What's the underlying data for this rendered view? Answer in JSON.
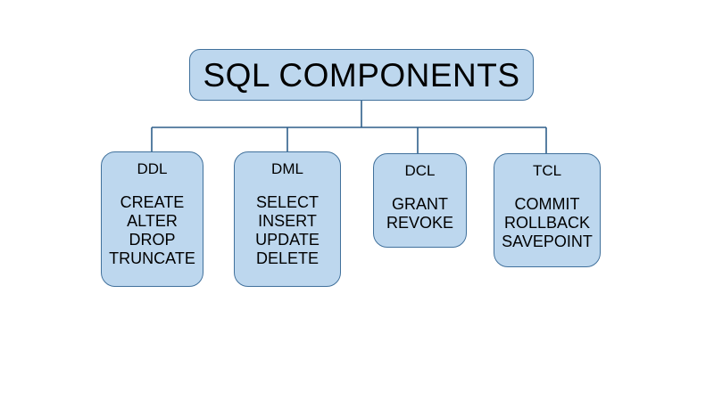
{
  "diagram": {
    "title": "SQL COMPONENTS",
    "colors": {
      "node_fill": "#bdd7ee",
      "node_border": "#41719c",
      "connector": "#2e5f8a",
      "text": "#000000",
      "background": "#ffffff"
    },
    "root": {
      "label": "SQL COMPONENTS"
    },
    "children": [
      {
        "id": "ddl",
        "title": "DDL",
        "items": [
          "CREATE",
          "ALTER",
          "DROP",
          "TRUNCATE"
        ]
      },
      {
        "id": "dml",
        "title": "DML",
        "items": [
          "SELECT",
          "INSERT",
          "UPDATE",
          "DELETE"
        ]
      },
      {
        "id": "dcl",
        "title": "DCL",
        "items": [
          "GRANT",
          "REVOKE"
        ]
      },
      {
        "id": "tcl",
        "title": "TCL",
        "items": [
          "COMMIT",
          "ROLLBACK",
          "SAVEPOINT"
        ]
      }
    ]
  }
}
